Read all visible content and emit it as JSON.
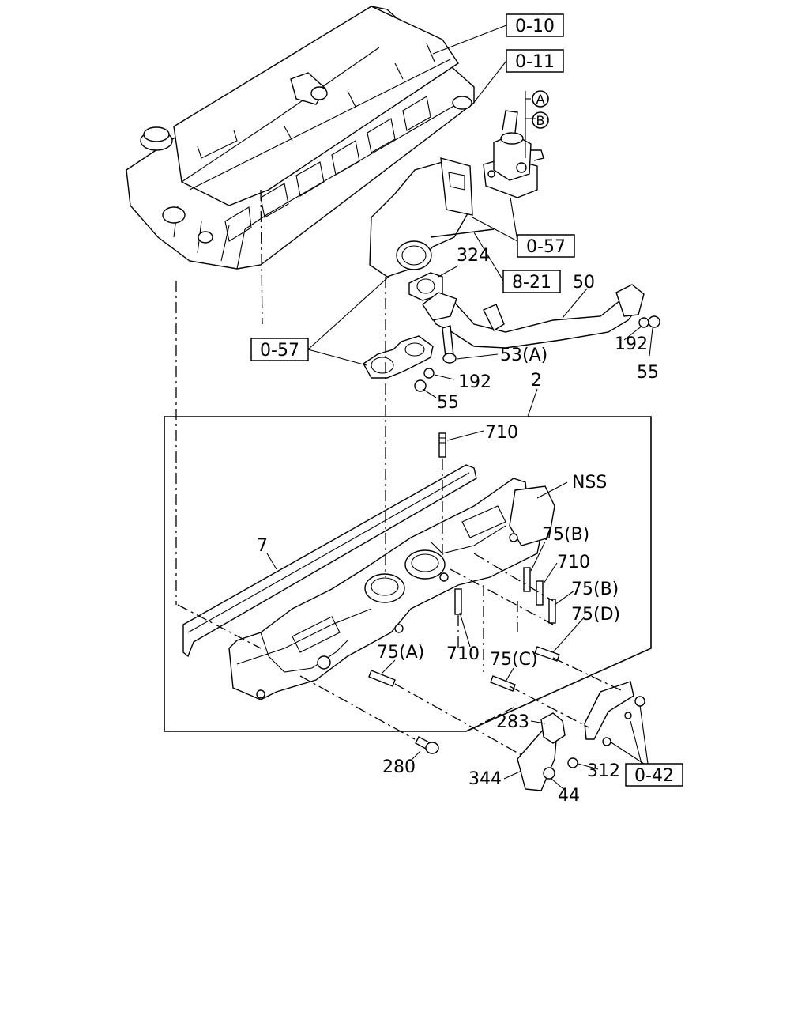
{
  "refs": {
    "r010": "0-10",
    "r011": "0-11",
    "r057a": "0-57",
    "r821": "8-21",
    "r057b": "0-57",
    "r042": "0-42"
  },
  "callouts": {
    "cA": "A",
    "cB": "B"
  },
  "labels": {
    "p324": "324",
    "p50": "50",
    "p53a": "53(A)",
    "p192a": "192",
    "p55a": "55",
    "p192b": "192",
    "p55b": "55",
    "p2": "2",
    "p710a": "710",
    "pNSS": "NSS",
    "p75b1": "75(B)",
    "p710b": "710",
    "p75b2": "75(B)",
    "p7": "7",
    "p75d": "75(D)",
    "p75a": "75(A)",
    "p710c": "710",
    "p75c": "75(C)",
    "p283": "283",
    "p280": "280",
    "p312": "312",
    "p344": "344",
    "p44": "44"
  }
}
